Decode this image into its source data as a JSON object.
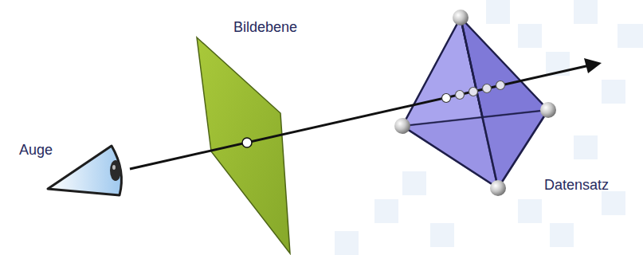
{
  "diagram": {
    "labels": [
      "Bildebene",
      "Auge",
      "Datensatz"
    ]
  }
}
